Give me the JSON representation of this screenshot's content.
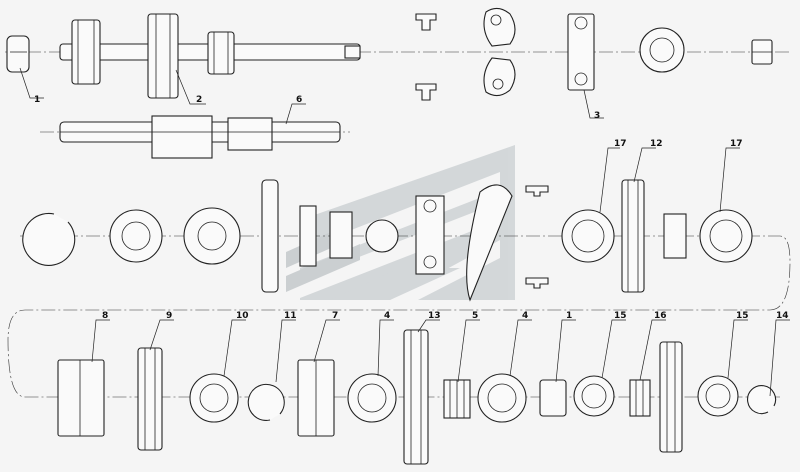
{
  "diagram": {
    "callouts": [
      {
        "id": "c1a",
        "label": "1"
      },
      {
        "id": "c2",
        "label": "2"
      },
      {
        "id": "c3",
        "label": "3"
      },
      {
        "id": "c6",
        "label": "6"
      },
      {
        "id": "c17a",
        "label": "17"
      },
      {
        "id": "c12",
        "label": "12"
      },
      {
        "id": "c17b",
        "label": "17"
      },
      {
        "id": "c8",
        "label": "8"
      },
      {
        "id": "c9",
        "label": "9"
      },
      {
        "id": "c10",
        "label": "10"
      },
      {
        "id": "c11",
        "label": "11"
      },
      {
        "id": "c7",
        "label": "7"
      },
      {
        "id": "c4a",
        "label": "4"
      },
      {
        "id": "c13",
        "label": "13"
      },
      {
        "id": "c5",
        "label": "5"
      },
      {
        "id": "c4b",
        "label": "4"
      },
      {
        "id": "c1b",
        "label": "1"
      },
      {
        "id": "c15a",
        "label": "15"
      },
      {
        "id": "c16",
        "label": "16"
      },
      {
        "id": "c15b",
        "label": "15"
      },
      {
        "id": "c14",
        "label": "14"
      }
    ],
    "colors": {
      "line": "#222222",
      "background": "#f5f5f5",
      "watermark": "#a9b1b5"
    }
  }
}
